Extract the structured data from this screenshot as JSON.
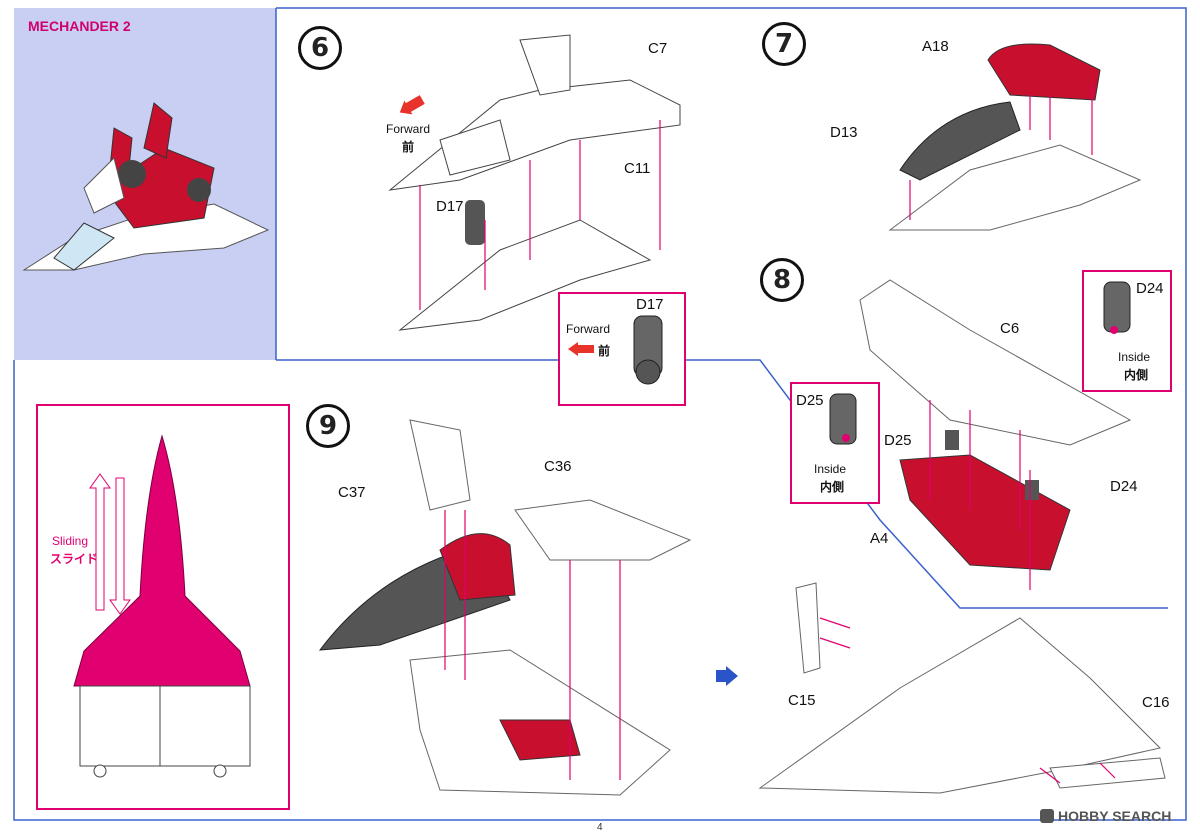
{
  "header": {
    "title": "MECHANDER 2"
  },
  "steps": {
    "s6": "6",
    "s7": "7",
    "s8": "8",
    "s9": "9"
  },
  "parts": {
    "c7": "C7",
    "c11": "C11",
    "d17": "D17",
    "d17_inset": "D17",
    "a18": "A18",
    "d13": "D13",
    "c6": "C6",
    "d24": "D24",
    "d24_inset": "D24",
    "d25": "D25",
    "d25_inset": "D25",
    "a4": "A4",
    "c37": "C37",
    "c36": "C36",
    "c15": "C15",
    "c16": "C16"
  },
  "notes": {
    "forward_en": "Forward",
    "forward_jp": "前",
    "forward2_en": "Forward",
    "forward2_jp": "前",
    "inside_en": "Inside",
    "inside_jp": "内側",
    "inside2_en": "Inside",
    "inside2_jp": "内側",
    "sliding_en": "Sliding",
    "sliding_jp": "スライド"
  },
  "footer": {
    "page": "4",
    "watermark": "HOBBY SEARCH"
  },
  "colors": {
    "accent": "#e0006f",
    "red_part": "#c8102e",
    "panel": "#c9cff2",
    "divider": "#3a62c9"
  }
}
